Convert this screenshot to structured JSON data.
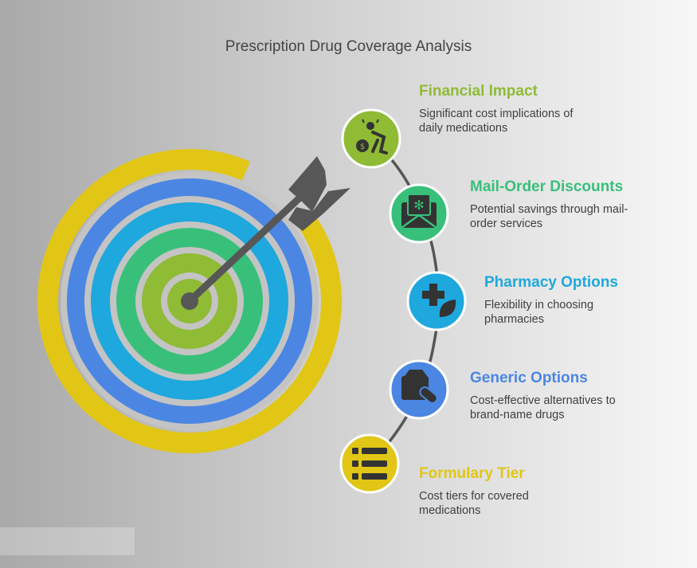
{
  "title": "Prescription Drug Coverage Analysis",
  "colors": {
    "ring_outer": "#e1c615",
    "ring_blue": "#4b86e2",
    "ring_cyan": "#1ea8dd",
    "ring_green": "#38c07a",
    "ring_lime": "#8fbb35",
    "gap": "#c4c4c4",
    "arrow": "#575757"
  },
  "items": [
    {
      "heading": "Financial Impact",
      "description": "Significant cost implications of daily medications",
      "color": "#8fbb35",
      "icon": "money-runner-icon"
    },
    {
      "heading": "Mail-Order Discounts",
      "description": "Potential savings through mail-order services",
      "color": "#38c07a",
      "icon": "mail-snowflake-icon"
    },
    {
      "heading": "Pharmacy Options",
      "description": "Flexibility in choosing pharmacies",
      "color": "#1ea8dd",
      "icon": "medical-cross-leaf-icon"
    },
    {
      "heading": "Generic Options",
      "description": "Cost-effective alternatives to brand-name drugs",
      "color": "#4b86e2",
      "icon": "pill-box-icon"
    },
    {
      "heading": "Formulary Tier",
      "description": "Cost tiers for covered medications",
      "color": "#e1c615",
      "icon": "list-icon"
    }
  ]
}
